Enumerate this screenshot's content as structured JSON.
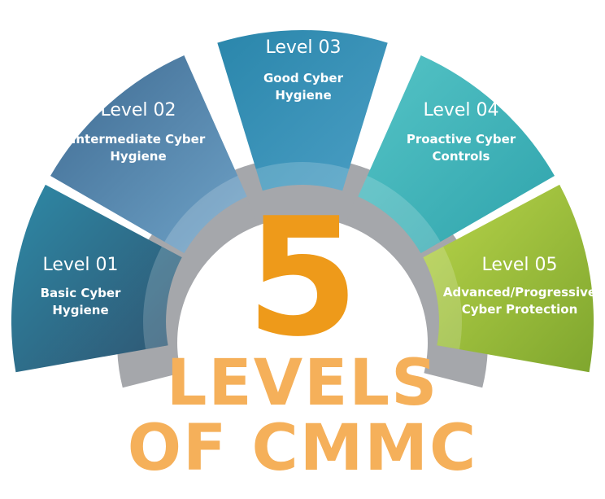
{
  "big_number": "5",
  "title_lines": [
    "LEVELS",
    "OF CMMC"
  ],
  "colors": {
    "accent_orange": "#EE9A1A",
    "title_orange": "#F5B05A",
    "shadow_gray": "#A5A7AB"
  },
  "levels": [
    {
      "label": "Level 01",
      "desc": [
        "Basic Cyber",
        "Hygiene"
      ],
      "color_a": "#2E89A6",
      "color_b": "#2F5470"
    },
    {
      "label": "Level 02",
      "desc": [
        "Intermediate Cyber",
        "Hygiene"
      ],
      "color_a": "#3F6B92",
      "color_b": "#6FA3C8"
    },
    {
      "label": "Level 03",
      "desc": [
        "Good Cyber",
        "Hygiene"
      ],
      "color_a": "#2A86AB",
      "color_b": "#4A9EC4"
    },
    {
      "label": "Level 04",
      "desc": [
        "Proactive Cyber",
        "Controls"
      ],
      "color_a": "#55C4C6",
      "color_b": "#2FA3AC"
    },
    {
      "label": "Level 05",
      "desc": [
        "Advanced/Progressive",
        "Cyber Protection"
      ],
      "color_a": "#B8D44A",
      "color_b": "#7FA62E"
    }
  ]
}
